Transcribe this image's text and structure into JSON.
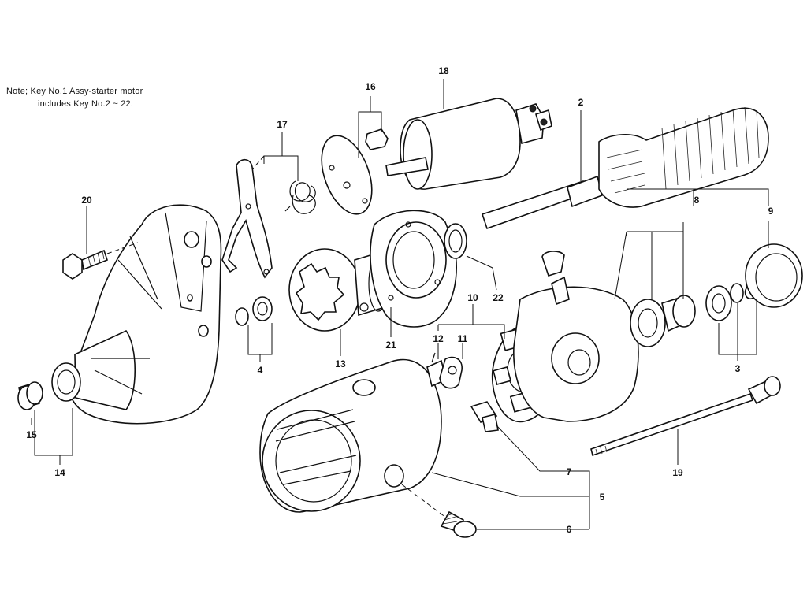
{
  "note": {
    "line1": "Note; Key No.1 Assy-starter motor",
    "line2": "includes Key No.2 ~ 22."
  },
  "keys": {
    "k2": "2",
    "k3": "3",
    "k4": "4",
    "k5": "5",
    "k6": "6",
    "k7": "7",
    "k8": "8",
    "k9": "9",
    "k10": "10",
    "k11": "11",
    "k12": "12",
    "k13": "13",
    "k14": "14",
    "k15": "15",
    "k16": "16",
    "k17": "17",
    "k18": "18",
    "k19": "19",
    "k20": "20",
    "k21": "21",
    "k22": "22"
  }
}
